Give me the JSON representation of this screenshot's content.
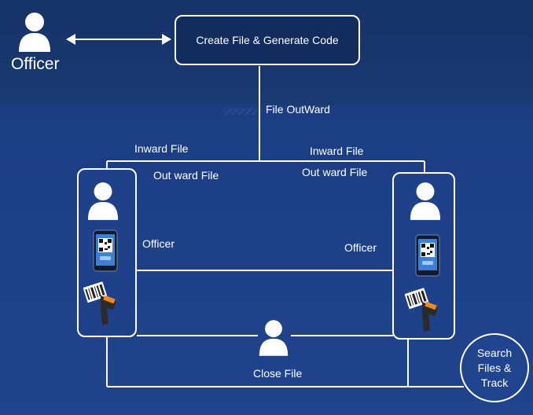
{
  "top_officer": {
    "label": "Officer",
    "icon": "user-icon"
  },
  "generate_box": {
    "label": "Create File & Generate Code"
  },
  "flow": {
    "file_outward": "File OutWard",
    "inward_file_left": "Inward File",
    "inward_file_right": "Inward File",
    "outward_file_left": "Out ward File",
    "outward_file_right": "Out ward File",
    "officer_left": "Officer",
    "officer_right": "Officer",
    "close_file": "Close File"
  },
  "search_node": {
    "label": "Search\nFiles &\nTrack"
  },
  "icons": {
    "user": "user-icon",
    "phone": "qr-phone-icon",
    "scanner": "barcode-scanner-icon",
    "arrow": "double-arrow-icon"
  },
  "colors": {
    "background": "#1f438c",
    "top_band": "#163369",
    "line": "#ffffff"
  }
}
